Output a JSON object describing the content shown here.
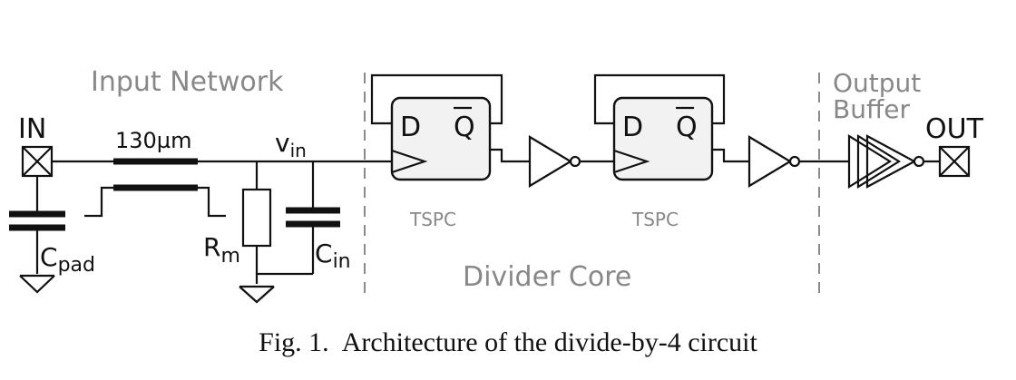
{
  "sections": {
    "input_network": "Input Network",
    "divider_core": "Divider Core",
    "output_buffer_line1": "Output",
    "output_buffer_line2": "Buffer"
  },
  "ports": {
    "input": "IN",
    "output": "OUT"
  },
  "components": {
    "transmission_line": "130µm",
    "node_label": "v",
    "node_sub": "in",
    "cpad_main": "C",
    "cpad_sub": "pad",
    "rm_main": "R",
    "rm_sub": "m",
    "cin_main": "C",
    "cin_sub": "in"
  },
  "flipflops": [
    {
      "d_label": "D",
      "q_label": "Q",
      "type": "TSPC"
    },
    {
      "d_label": "D",
      "q_label": "Q",
      "type": "TSPC"
    }
  ],
  "caption": {
    "number": "Fig. 1.",
    "text": "Architecture of the divide-by-4 circuit"
  }
}
